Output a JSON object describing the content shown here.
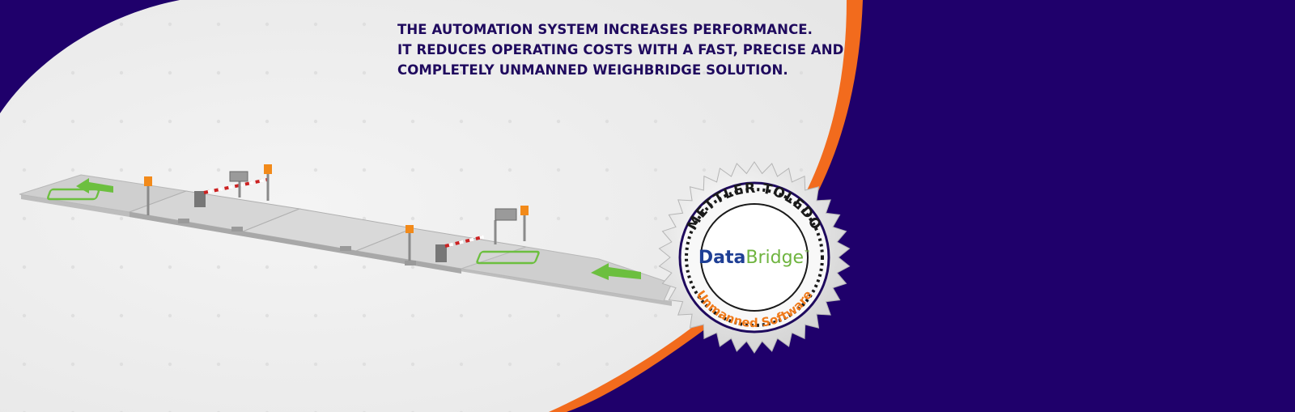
{
  "headline": {
    "lines": [
      "THE AUTOMATION SYSTEM INCREASES PERFORMANCE.",
      "IT REDUCES OPERATING COSTS WITH A FAST, PRECISE AND",
      "COMPLETELY UNMANNED WEIGHBRIDGE SOLUTION."
    ]
  },
  "seal": {
    "brand": "METTLER TOLEDO",
    "product_part1": "Data",
    "product_part2": "Bridge",
    "trademark": "™",
    "subtitle": "Unmanned Software"
  },
  "colors": {
    "background": "#1f006b",
    "panel": "#ededed",
    "accent_orange": "#f26b1d",
    "headline_text": "#1f0a5e",
    "product_blue": "#1f3f95",
    "product_green": "#6fb43f",
    "arrow_green": "#6cbf3f"
  },
  "illustration": {
    "subject": "weighbridge-platform",
    "icons": [
      "green-arrow-icon",
      "barrier-gate-icon",
      "traffic-light-icon",
      "card-reader-icon"
    ]
  }
}
